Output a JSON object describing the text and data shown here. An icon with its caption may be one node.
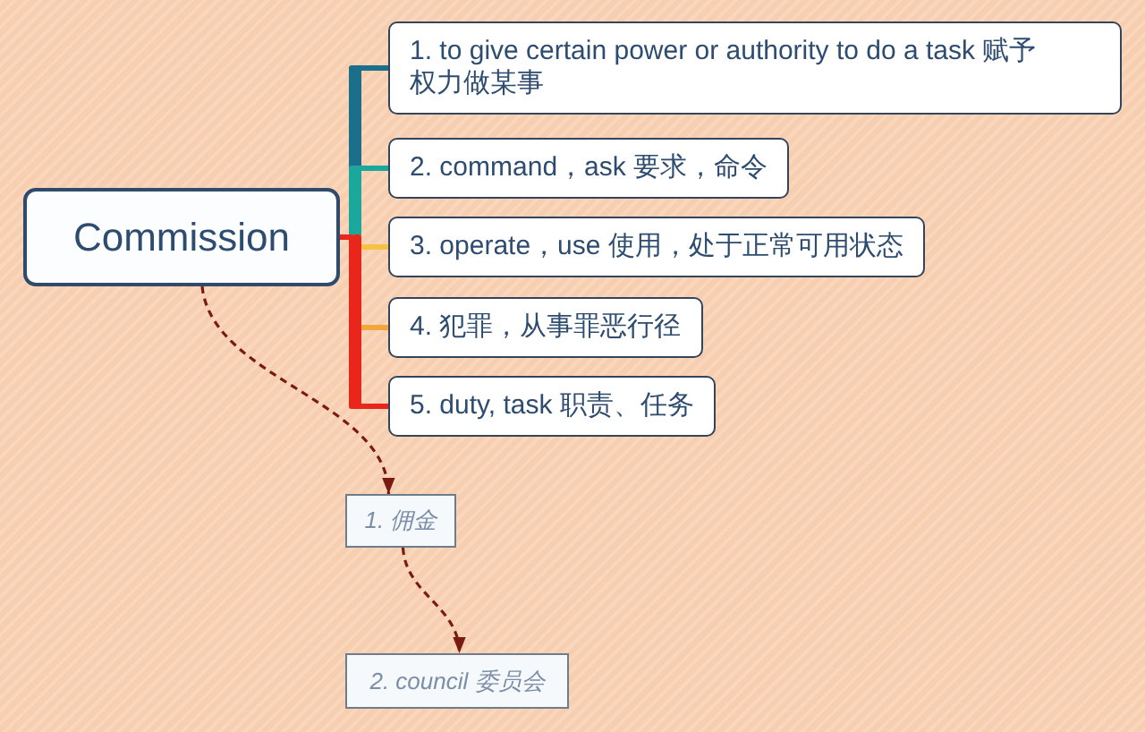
{
  "diagram": {
    "nodes": [
      {
        "text": [
          "Commission"
        ]
      },
      {
        "text": [
          "1. to give certain power or authority to do a task 赋予权力做某事"
        ]
      },
      {
        "text": [
          "2. command，ask 要求，命令"
        ]
      },
      {
        "text": [
          "3. operate，use 使用，处于正常可用状态"
        ]
      },
      {
        "text": [
          "4. 犯罪，从事罪恶行径"
        ]
      },
      {
        "text": [
          "5. duty, task 职责、任务"
        ]
      },
      {
        "text": [
          "1. 佣金"
        ]
      },
      {
        "text": [
          "2. council 委员会"
        ]
      }
    ],
    "edges": [
      {
        "from": 0,
        "to": 1,
        "arrow": "none",
        "color": "#1b6f8a"
      },
      {
        "from": 0,
        "to": 2,
        "arrow": "none",
        "color": "#1ba79b"
      },
      {
        "from": 0,
        "to": 3,
        "arrow": "none",
        "color": "#f6c244"
      },
      {
        "from": 0,
        "to": 4,
        "arrow": "none",
        "color": "#f3a73a"
      },
      {
        "from": 0,
        "to": 5,
        "arrow": "none",
        "color": "#e8261b"
      },
      {
        "from": 0,
        "to": 6,
        "arrow": "to",
        "style": "dashed",
        "color": "#7a1a12"
      },
      {
        "from": 6,
        "to": 7,
        "arrow": "to",
        "style": "dashed",
        "color": "#7a1a12"
      }
    ]
  }
}
